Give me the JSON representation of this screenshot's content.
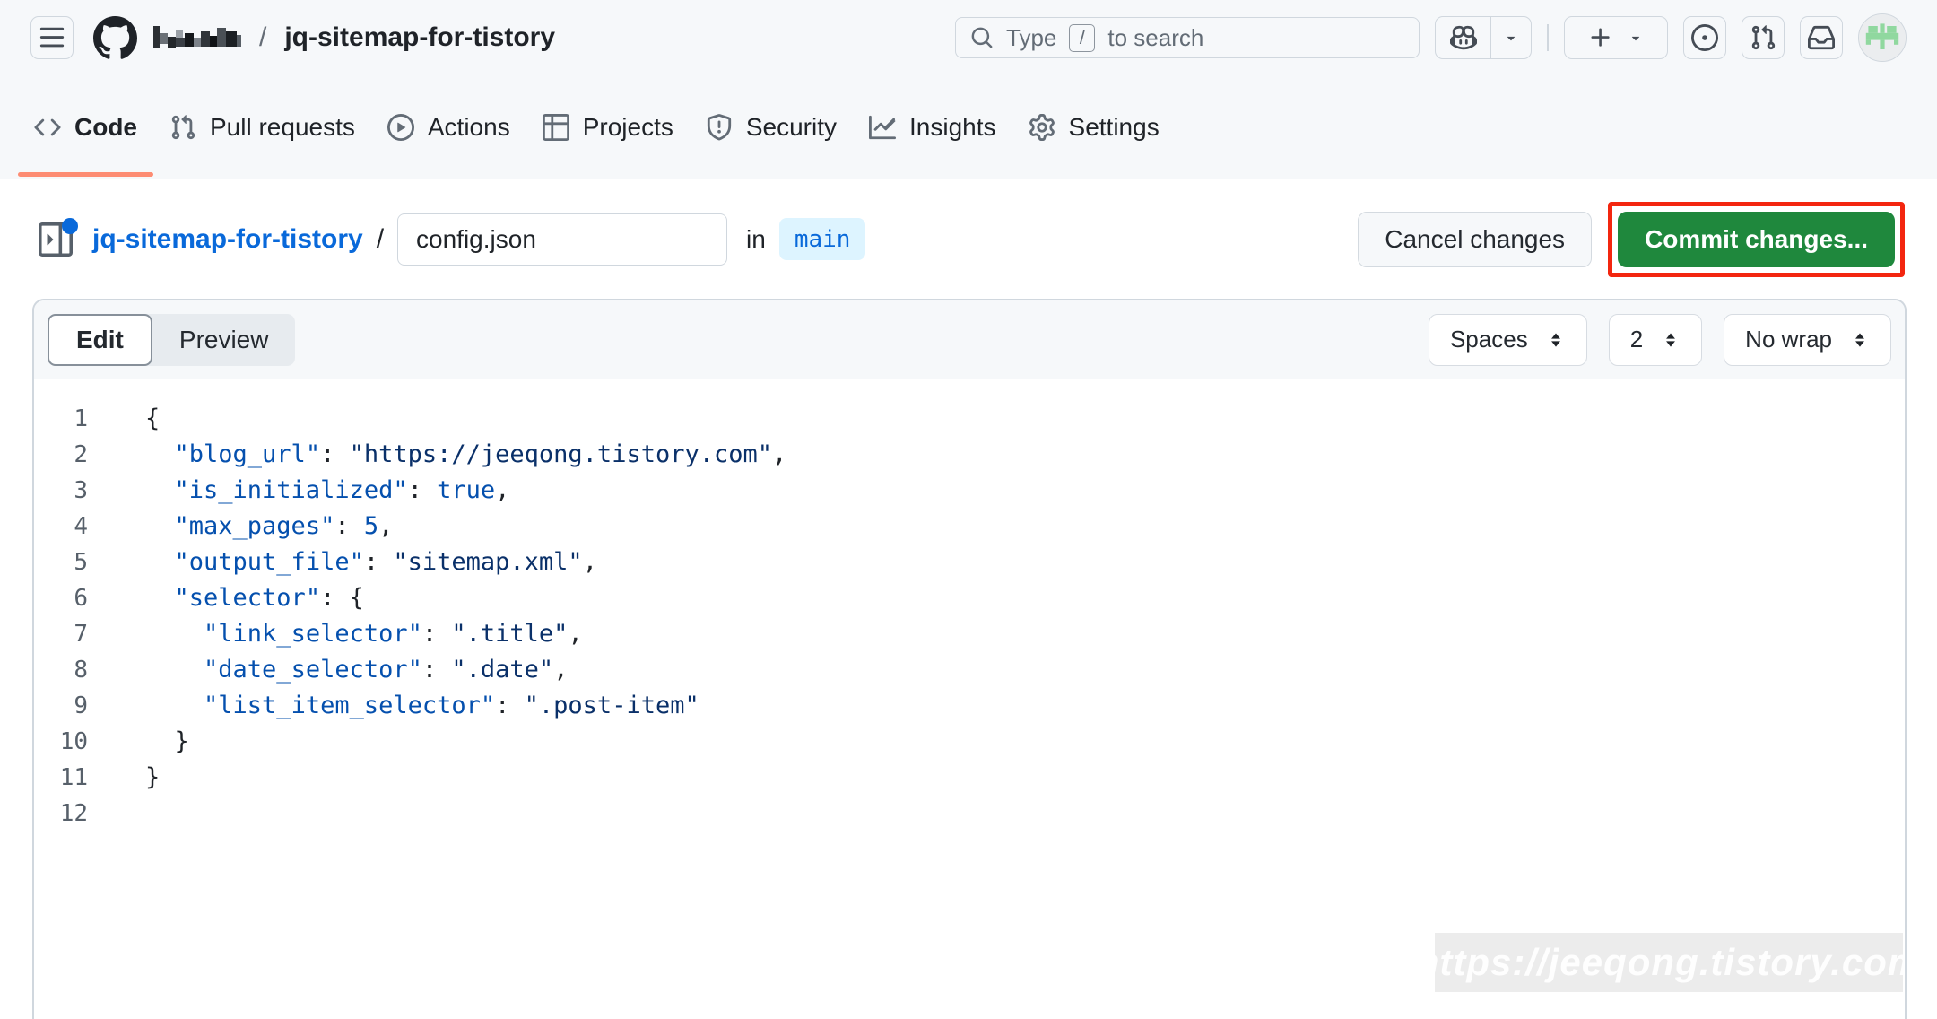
{
  "header": {
    "search_prefix": "Type",
    "search_key": "/",
    "search_suffix": "to search",
    "path_separator": "/",
    "repo_name": "jq-sitemap-for-tistory"
  },
  "nav": {
    "tabs": [
      {
        "label": "Code",
        "active": true
      },
      {
        "label": "Pull requests",
        "active": false
      },
      {
        "label": "Actions",
        "active": false
      },
      {
        "label": "Projects",
        "active": false
      },
      {
        "label": "Security",
        "active": false
      },
      {
        "label": "Insights",
        "active": false
      },
      {
        "label": "Settings",
        "active": false
      }
    ]
  },
  "file_bar": {
    "repo_link": "jq-sitemap-for-tistory",
    "separator": "/",
    "filename_value": "config.json",
    "in_label": "in",
    "branch": "main",
    "cancel_button": "Cancel changes",
    "commit_button": "Commit changes..."
  },
  "editor": {
    "edit_tab": "Edit",
    "preview_tab": "Preview",
    "indent_mode": "Spaces",
    "indent_size": "2",
    "wrap_mode": "No wrap",
    "code_lines": [
      [
        {
          "t": "punc",
          "v": "{"
        }
      ],
      [
        {
          "t": "punc",
          "v": "  "
        },
        {
          "t": "key",
          "v": "\"blog_url\""
        },
        {
          "t": "punc",
          "v": ": "
        },
        {
          "t": "str",
          "v": "\"https://jeeqong.tistory.com\""
        },
        {
          "t": "punc",
          "v": ","
        }
      ],
      [
        {
          "t": "punc",
          "v": "  "
        },
        {
          "t": "key",
          "v": "\"is_initialized\""
        },
        {
          "t": "punc",
          "v": ": "
        },
        {
          "t": "const",
          "v": "true"
        },
        {
          "t": "punc",
          "v": ","
        }
      ],
      [
        {
          "t": "punc",
          "v": "  "
        },
        {
          "t": "key",
          "v": "\"max_pages\""
        },
        {
          "t": "punc",
          "v": ": "
        },
        {
          "t": "const",
          "v": "5"
        },
        {
          "t": "punc",
          "v": ","
        }
      ],
      [
        {
          "t": "punc",
          "v": "  "
        },
        {
          "t": "key",
          "v": "\"output_file\""
        },
        {
          "t": "punc",
          "v": ": "
        },
        {
          "t": "str",
          "v": "\"sitemap.xml\""
        },
        {
          "t": "punc",
          "v": ","
        }
      ],
      [
        {
          "t": "punc",
          "v": "  "
        },
        {
          "t": "key",
          "v": "\"selector\""
        },
        {
          "t": "punc",
          "v": ": {"
        }
      ],
      [
        {
          "t": "punc",
          "v": "    "
        },
        {
          "t": "key",
          "v": "\"link_selector\""
        },
        {
          "t": "punc",
          "v": ": "
        },
        {
          "t": "str",
          "v": "\".title\""
        },
        {
          "t": "punc",
          "v": ","
        }
      ],
      [
        {
          "t": "punc",
          "v": "    "
        },
        {
          "t": "key",
          "v": "\"date_selector\""
        },
        {
          "t": "punc",
          "v": ": "
        },
        {
          "t": "str",
          "v": "\".date\""
        },
        {
          "t": "punc",
          "v": ","
        }
      ],
      [
        {
          "t": "punc",
          "v": "    "
        },
        {
          "t": "key",
          "v": "\"list_item_selector\""
        },
        {
          "t": "punc",
          "v": ": "
        },
        {
          "t": "str",
          "v": "\".post-item\""
        }
      ],
      [
        {
          "t": "punc",
          "v": "  }"
        }
      ],
      [
        {
          "t": "punc",
          "v": "}"
        }
      ],
      []
    ]
  },
  "watermark": "https://jeeqong.tistory.com",
  "icons": {
    "hamburger-icon": "three horizontal bars",
    "github-logo": "octocat mark",
    "search-icon": "magnifying glass",
    "copilot-icon": "copilot goggles",
    "chevron-down-icon": "triangle down caret",
    "plus-icon": "plus sign",
    "issues-icon": "circle with dot",
    "pull-request-icon": "git pull request",
    "inbox-icon": "inbox tray",
    "avatar": "green pixel identicon",
    "code-icon": "angle brackets",
    "actions-icon": "play circle",
    "projects-icon": "project table",
    "security-icon": "shield exclamation",
    "insights-icon": "line graph",
    "settings-icon": "gear",
    "file-tree-toggle-icon": "sidebar panel with blue dot",
    "updown-caret-icon": "stacked up and down triangles"
  },
  "colors": {
    "header_bg": "#f6f8fa",
    "border": "#d0d7de",
    "link_blue": "#0969da",
    "branch_badge_bg": "#ddf4ff",
    "active_tab_underline": "#fd8c73",
    "commit_green": "#1f883d",
    "annotation_red": "#f3260f",
    "syntax_key": "#0550ae",
    "syntax_string": "#0a3069",
    "syntax_constant": "#0550ae",
    "watermark_bg": "#ececec"
  }
}
